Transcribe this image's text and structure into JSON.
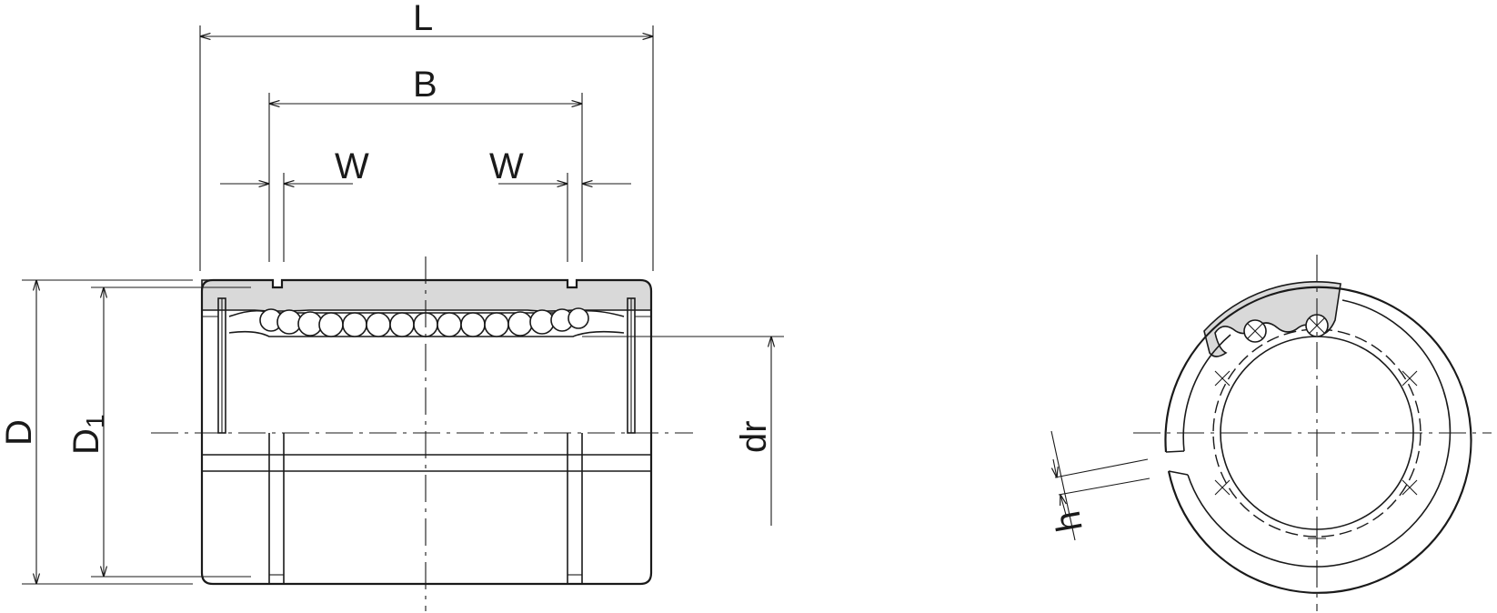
{
  "drawing": {
    "side_view": {
      "dimensions": {
        "overall_length": "L",
        "retainer_distance": "B",
        "groove_width_left": "W",
        "groove_width_right": "W",
        "outer_diameter": "D",
        "groove_diameter_main": "D",
        "groove_diameter_sub": "1",
        "inscribed_diameter": "dr"
      }
    },
    "end_view": {
      "dimensions": {
        "slit_width": "h"
      }
    },
    "colors": {
      "line": "#1a1a1a",
      "section_fill": "#d9d9d9",
      "background": "#ffffff"
    }
  }
}
